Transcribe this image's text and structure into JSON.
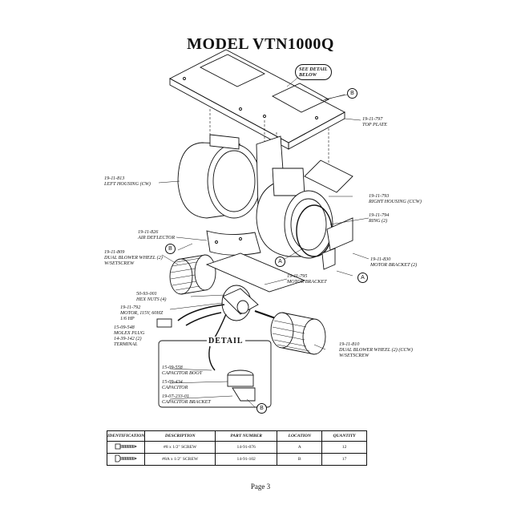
{
  "title": "MODEL VTN1000Q",
  "callouts": {
    "see_detail": [
      "SEE DETAIL",
      "BELOW"
    ],
    "top_plate": [
      "19-11-797",
      "TOP PLATE"
    ],
    "left_housing": [
      "19-11-813",
      "LEFT HOUSING (CW)"
    ],
    "right_housing": [
      "19-11-793",
      "RIGHT HOUSING (CCW)"
    ],
    "ring": [
      "19-11-794",
      "RING (2)"
    ],
    "air_deflector": [
      "19-11-826",
      "AIR DEFLECTOR"
    ],
    "motor_bracket_2": [
      "19-11-830",
      "MOTOR BRACKET (2)"
    ],
    "dual_blower_cw": [
      "19-11-809",
      "DUAL BLOWER WHEEL (2)",
      "W/SETSCREW"
    ],
    "motor_bracket": [
      "19-11-795",
      "MOTOR BRACKET"
    ],
    "hex_nuts": [
      "50-93-001",
      "HEX NUTS (4)"
    ],
    "motor": [
      "19-11-792",
      "MOTOR, 115V, 60Hz",
      "1/6 HP"
    ],
    "molex_plug": [
      "15-09-548",
      "MOLEX PLUG",
      "14-39-142 (2)",
      "TERMINAL"
    ],
    "dual_blower_ccw": [
      "19-11-810",
      "DUAL BLOWER WHEEL (2) (CCW)",
      "W/SETSCREW"
    ],
    "capacitor_boot": [
      "15-09-558",
      "CAPACITOR BOOT"
    ],
    "capacitor": [
      "15-09-434",
      "CAPACITOR"
    ],
    "capacitor_bracket": [
      "19-07-233-01",
      "CAPACITOR BRACKET"
    ]
  },
  "markers": {
    "a": "A",
    "b": "B"
  },
  "detail_title": "DETAIL",
  "parts_table": {
    "headers": [
      "IDENTIFICATION",
      "DESCRIPTION",
      "PART NUMBER",
      "LOCATION",
      "QUANTITY"
    ],
    "rows": [
      {
        "description": "#8 x 1/2\" SCREW",
        "part_number": "14-91-076",
        "location": "A",
        "quantity": "12",
        "icon": "screw-icon"
      },
      {
        "description": "#8A x 1/2\" SCREW",
        "part_number": "14-91-102",
        "location": "B",
        "quantity": "17",
        "icon": "sheet-metal-screw-icon"
      }
    ]
  },
  "page_label": "Page 3"
}
